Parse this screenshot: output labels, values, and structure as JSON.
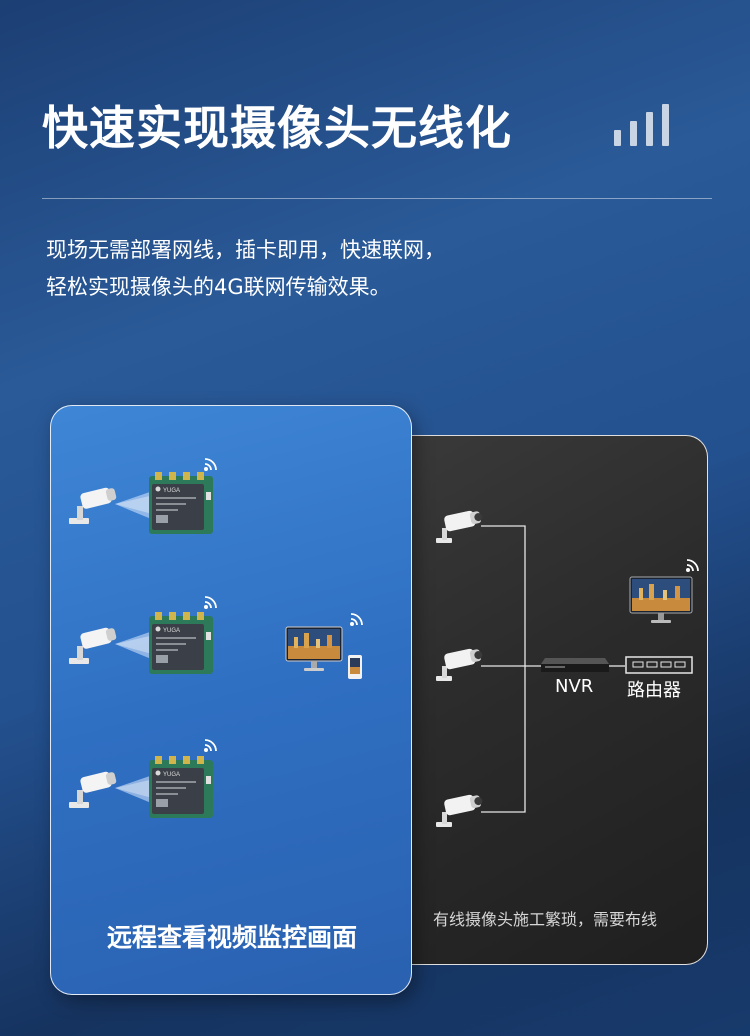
{
  "header": {
    "title": "快速实现摄像头无线化",
    "description_line1": "现场无需部署网线，插卡即用，快速联网，",
    "description_line2": "轻松实现摄像头的4G联网传输效果。"
  },
  "wireless_card": {
    "caption": "远程查看视频监控画面",
    "module_brand": "YUGA",
    "module_count": 3,
    "icons": [
      "camera-icon",
      "lte-module-icon",
      "wifi-signal-icon",
      "monitor-icon",
      "phone-icon"
    ]
  },
  "wired_card": {
    "caption": "有线摄像头施工繁琐，需要布线",
    "nvr_label": "NVR",
    "router_label": "路由器",
    "camera_count": 3,
    "icons": [
      "camera-icon",
      "nvr-icon",
      "router-icon",
      "monitor-icon",
      "wifi-signal-icon"
    ]
  },
  "colors": {
    "background": "#23508e",
    "blue_card": "#3475c6",
    "dark_card": "#2b2b2b",
    "text": "#ffffff"
  }
}
